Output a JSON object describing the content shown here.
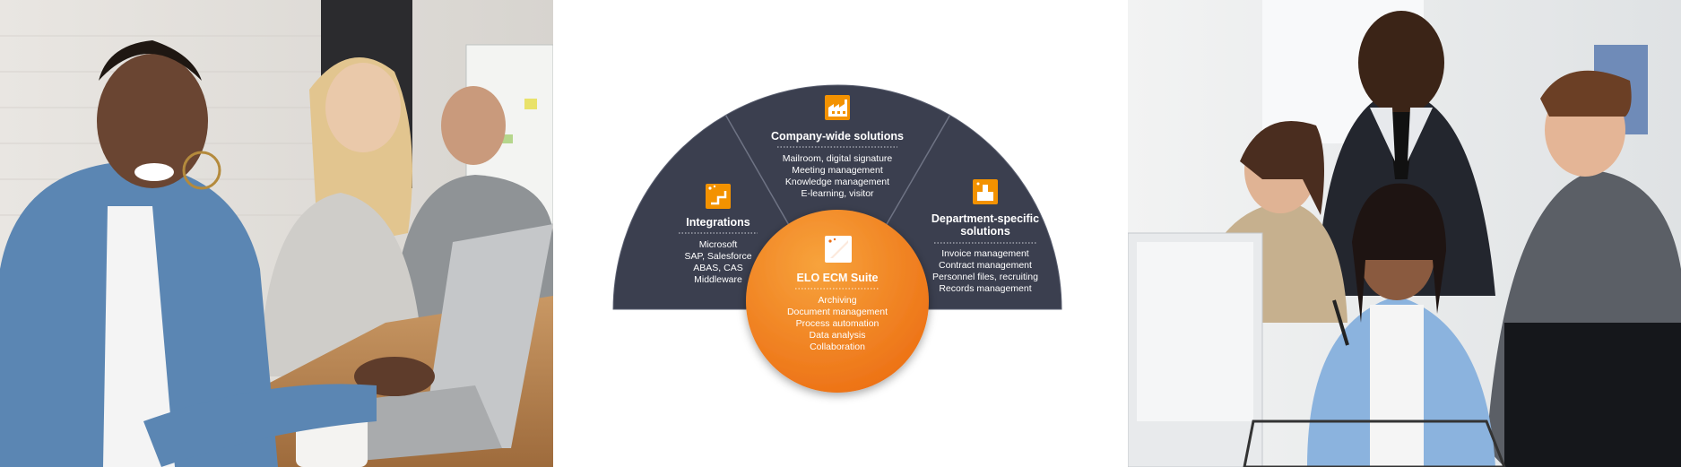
{
  "diagram": {
    "segments": {
      "integrations": {
        "title": "Integrations",
        "items": [
          "Microsoft",
          "SAP, Salesforce",
          "ABAS, CAS",
          "Middleware"
        ]
      },
      "company_wide": {
        "title": "Company-wide solutions",
        "items": [
          "Mailroom, digital signature",
          "Meeting management",
          "Knowledge management",
          "E-learning, visitor"
        ]
      },
      "department": {
        "title_lines": [
          "Department-specific",
          "solutions"
        ],
        "items": [
          "Invoice management",
          "Contract management",
          "Personnel files, recruiting",
          "Records management"
        ]
      }
    },
    "core": {
      "title": "ELO ECM Suite",
      "items": [
        "Archiving",
        "Document management",
        "Process automation",
        "Data analysis",
        "Collaboration"
      ]
    },
    "colors": {
      "segment": "#3b3f4f",
      "segment_edge": "#5a5f70",
      "core_light": "#f7a33c",
      "core_dark": "#ec6d12",
      "icon": "#f39200"
    }
  },
  "photos": {
    "left": {
      "subject": "woman in denim jacket smiling at laptop with colleagues"
    },
    "right": {
      "subject": "four colleagues smiling at a computer screen"
    }
  }
}
